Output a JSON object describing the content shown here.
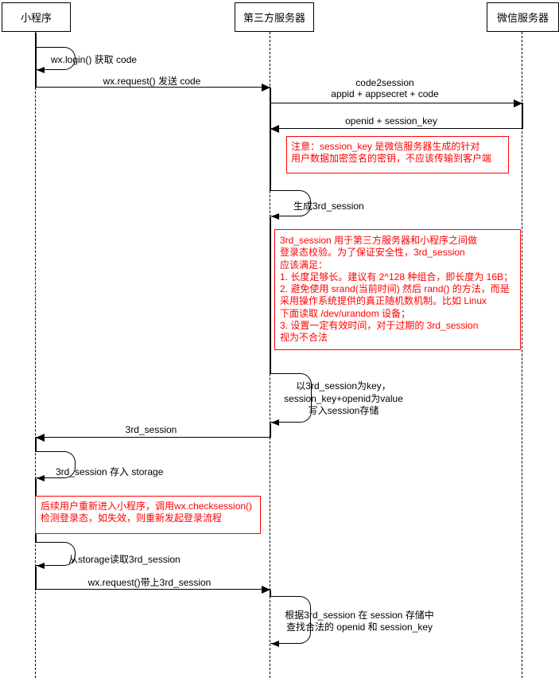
{
  "diagram": {
    "actors": [
      {
        "label": "小程序"
      },
      {
        "label": "第三方服务器"
      },
      {
        "label": "微信服务器"
      }
    ],
    "self_messages": {
      "wx_login": "wx.login() 获取 code",
      "gen_3rd_session": "生成3rd_session",
      "store_session": [
        "以3rd_session为key，",
        "session_key+openid为value",
        "写入session存储"
      ],
      "save_storage": "3rd_session 存入 storage",
      "read_storage": "从storage读取3rd_session",
      "lookup_session": [
        "根据3rd_session 在 session 存储中",
        "查找合法的 openid 和 session_key"
      ]
    },
    "messages": {
      "send_code": "wx.request() 发送 code",
      "code2session": [
        "code2session",
        "appid + appsecret + code"
      ],
      "openid_session_key": "openid + session_key",
      "return_3rd_session": "3rd_session",
      "request_with_3rd_session": "wx.request()带上3rd_session"
    },
    "notes": {
      "session_key_warning": [
        "注意：session_key 是微信服务器生成的针对",
        "用户数据加密签名的密钥，不应该传输到客户端"
      ],
      "third_session_rules": [
        "3rd_session 用于第三方服务器和小程序之间做",
        "登录态校验。为了保证安全性，3rd_session",
        "应该满足：",
        "1. 长度足够长。建议有 2^128 种组合，即长度为 16B；",
        "2. 避免使用 srand(当前时间) 然后 rand() 的方法，而是",
        "采用操作系统提供的真正随机数机制。比如 Linux",
        "下面读取 /dev/urandom 设备；",
        "3. 设置一定有效时间，对于过期的 3rd_session",
        "视为不合法"
      ],
      "checksession": [
        "后续用户重新进入小程序，调用wx.checksession()",
        "检测登录态，如失效，则重新发起登录流程"
      ]
    },
    "colors": {
      "note_red": "#FF0000",
      "line_black": "#000000",
      "background": "#FFFFFF"
    }
  }
}
